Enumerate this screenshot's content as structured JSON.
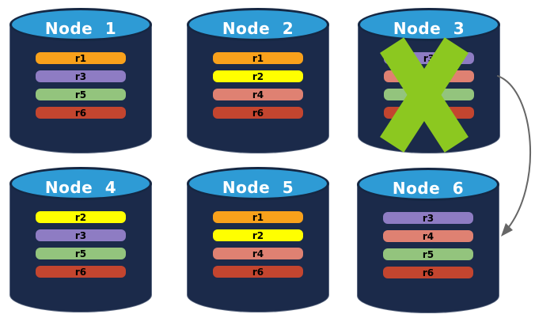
{
  "diagram": {
    "background": "#FFFFFF",
    "nodes": [
      {
        "label": "Node 1",
        "failed": false,
        "records": [
          {
            "label": "r1",
            "color": "#F9A11B"
          },
          {
            "label": "r3",
            "color": "#8E7CC3"
          },
          {
            "label": "r5",
            "color": "#93C47D"
          },
          {
            "label": "r6",
            "color": "#C3452F"
          }
        ]
      },
      {
        "label": "Node 2",
        "failed": false,
        "records": [
          {
            "label": "r1",
            "color": "#F9A11B"
          },
          {
            "label": "r2",
            "color": "#FFFF00"
          },
          {
            "label": "r4",
            "color": "#DF8172"
          },
          {
            "label": "r6",
            "color": "#C3452F"
          }
        ]
      },
      {
        "label": "Node 3",
        "failed": true,
        "records": [
          {
            "label": "r3",
            "color": "#8E7CC3"
          },
          {
            "label": "r4",
            "color": "#DF8172"
          },
          {
            "label": "r5",
            "color": "#93C47D"
          },
          {
            "label": "r6",
            "color": "#C3452F"
          }
        ]
      },
      {
        "label": "Node 4",
        "failed": false,
        "records": [
          {
            "label": "r2",
            "color": "#FFFF00"
          },
          {
            "label": "r3",
            "color": "#8E7CC3"
          },
          {
            "label": "r5",
            "color": "#93C47D"
          },
          {
            "label": "r6",
            "color": "#C3452F"
          }
        ]
      },
      {
        "label": "Node 5",
        "failed": false,
        "records": [
          {
            "label": "r1",
            "color": "#F9A11B"
          },
          {
            "label": "r2",
            "color": "#FFFF00"
          },
          {
            "label": "r4",
            "color": "#DF8172"
          },
          {
            "label": "r6",
            "color": "#C3452F"
          }
        ]
      },
      {
        "label": "Node 6",
        "failed": false,
        "records": [
          {
            "label": "r3",
            "color": "#8E7CC3"
          },
          {
            "label": "r4",
            "color": "#DF8172"
          },
          {
            "label": "r5",
            "color": "#93C47D"
          },
          {
            "label": "r6",
            "color": "#C3452F"
          }
        ]
      }
    ],
    "failure_marker": {
      "node": "Node 3",
      "shape": "x-cross",
      "color": "#8CC820"
    },
    "arrow": {
      "from": "Node 3",
      "to": "Node 6",
      "color": "#666666"
    },
    "node_style": {
      "body_color": "#1B2A4A",
      "top_color": "#2E9BD5",
      "top_border_color": "#152743",
      "title_color": "#FFFFFF"
    }
  }
}
